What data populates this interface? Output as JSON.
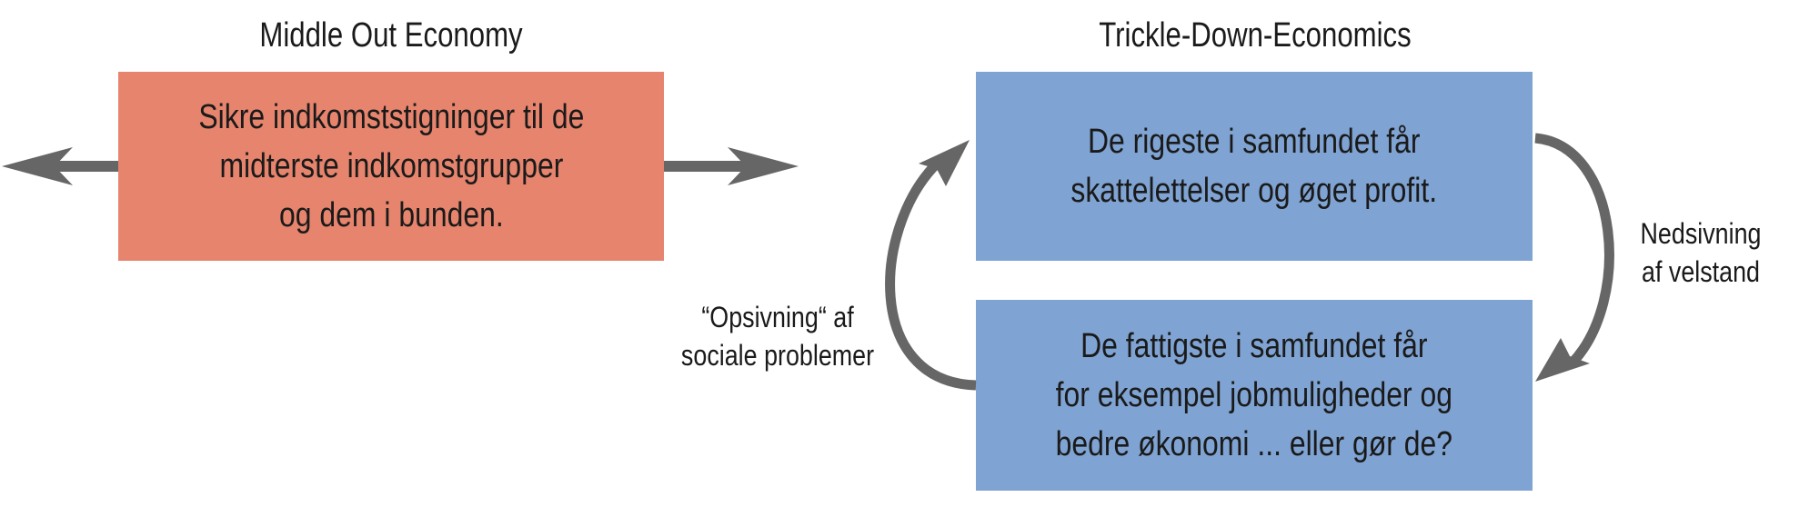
{
  "left_panel": {
    "title": "Middle Out Economy",
    "box_text": "Sikre indkomststigninger til de\nmidterste indkomstgrupper\nog dem i bunden.",
    "box_color": "#e6846d"
  },
  "right_panel": {
    "title": "Trickle-Down-Economics",
    "top_box_text": "De rigeste i samfundet får\nskattelettelser og øget profit.",
    "bottom_box_text": "De fattigste i samfundet får\nfor eksempel jobmuligheder og\nbedre økonomi ... eller gør de?",
    "box_color": "#7fa3d2",
    "arrow_right_label": "Nedsivning\naf velstand",
    "arrow_left_label": "“Opsivning“ af\nsociale problemer"
  },
  "arrow_color": "#666666"
}
